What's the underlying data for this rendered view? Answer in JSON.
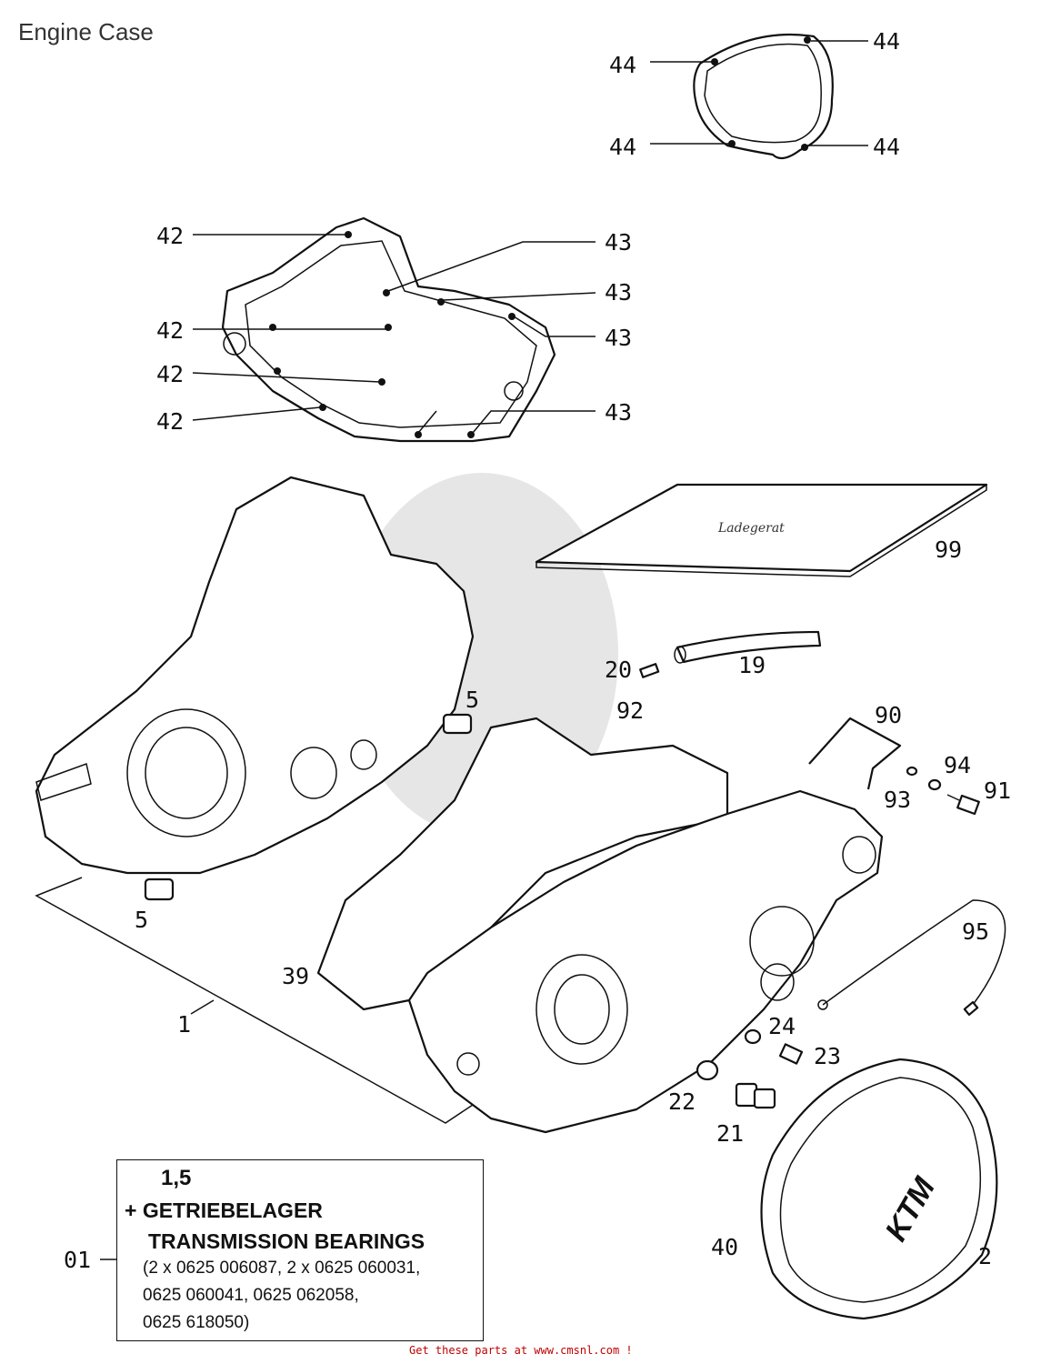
{
  "title": "Engine Case",
  "labels": {
    "l44a": "44",
    "l44b": "44",
    "l44c": "44",
    "l44d": "44",
    "l42a": "42",
    "l42b": "42",
    "l42c": "42",
    "l42d": "42",
    "l43a": "43",
    "l43b": "43",
    "l43c": "43",
    "l43d": "43",
    "l99": "99",
    "l19": "19",
    "l20": "20",
    "l5a": "5",
    "l5b": "5",
    "l92": "92",
    "l90": "90",
    "l94": "94",
    "l93": "93",
    "l91": "91",
    "l95": "95",
    "l39": "39",
    "l1": "1",
    "l24": "24",
    "l23": "23",
    "l22": "22",
    "l21": "21",
    "l40": "40",
    "l2": "2",
    "l01": "01"
  },
  "note": {
    "line1": "1,5",
    "line2": "+ GETRIEBELAGER",
    "line3": "TRANSMISSION BEARINGS",
    "line4": "(2 x 0625 006087, 2 x 0625 060031,",
    "line5": "0625 060041, 0625 062058,",
    "line6": "0625 618050)"
  },
  "footer": "Get these parts at www.cmsnl.com !"
}
